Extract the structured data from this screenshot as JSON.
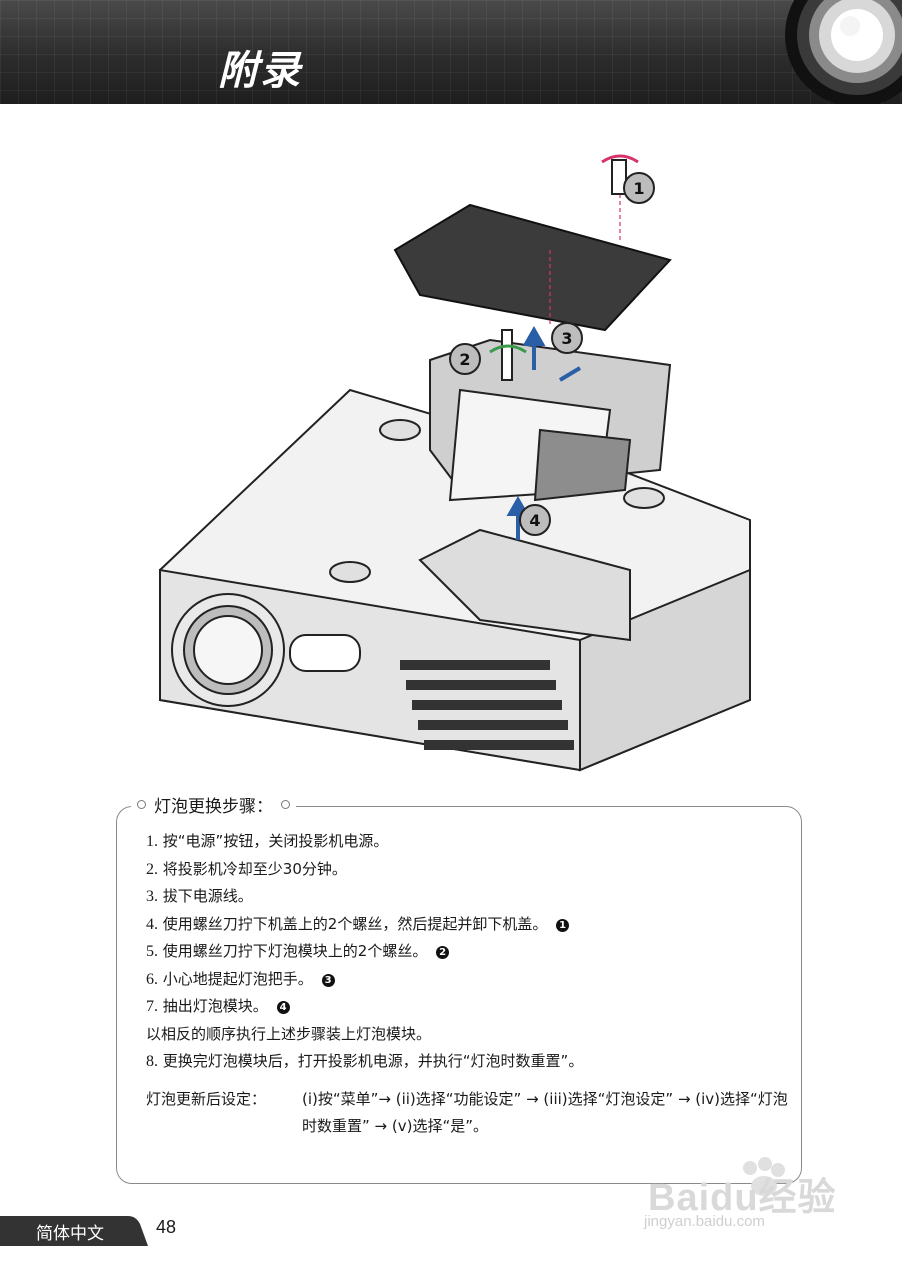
{
  "header": {
    "title": "附录"
  },
  "panel": {
    "heading": "灯泡更换步骤：",
    "steps": [
      {
        "num": "1.",
        "text": "按“电源”按钮，关闭投影机电源。",
        "badge": ""
      },
      {
        "num": "2.",
        "text": "将投影机冷却至少30分钟。",
        "badge": ""
      },
      {
        "num": "3.",
        "text": "拔下电源线。",
        "badge": ""
      },
      {
        "num": "4.",
        "text": "使用螺丝刀拧下机盖上的2个螺丝，然后提起并卸下机盖。",
        "badge": "1"
      },
      {
        "num": "5.",
        "text": "使用螺丝刀拧下灯泡模块上的2个螺丝。",
        "badge": "2"
      },
      {
        "num": "6.",
        "text": "小心地提起灯泡把手。",
        "badge": "3"
      },
      {
        "num": "7.",
        "text": "抽出灯泡模块。",
        "badge": "4"
      }
    ],
    "reverse_note": "以相反的顺序执行上述步骤装上灯泡模块。",
    "step8": {
      "num": "8.",
      "text": "更换完灯泡模块后，打开投影机电源，并执行“灯泡时数重置”。"
    },
    "after_label": "灯泡更新后设定：",
    "after_text": "(i)按“菜单”→ (ii)选择“功能设定” → (iii)选择“灯泡设定” → (iv)选择“灯泡时数重置” → (v)选择“是”。"
  },
  "diagram": {
    "callouts": [
      "1",
      "2",
      "3",
      "4"
    ]
  },
  "footer": {
    "language": "简体中文",
    "page": "48"
  },
  "watermark": {
    "brand": "Baidu经验",
    "url": "jingyan.baidu.com"
  },
  "colors": {
    "header_bg": "#2c2c2c",
    "accent_pink": "#d6336c",
    "accent_blue": "#2a5fa8",
    "accent_green": "#3a9a4a"
  }
}
